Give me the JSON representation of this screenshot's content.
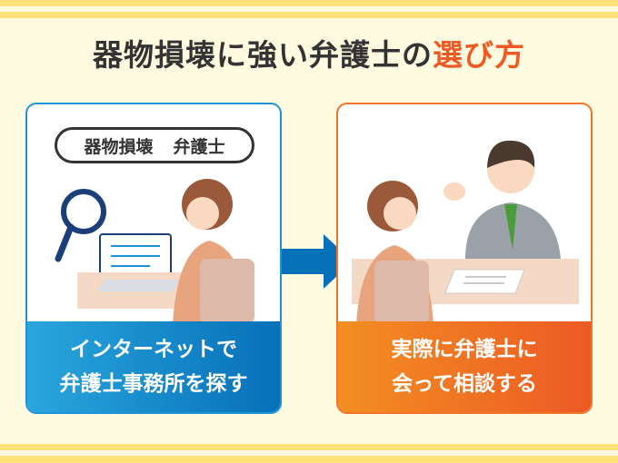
{
  "title": {
    "main": "器物損壊に強い弁護士の",
    "accent": "選び方"
  },
  "colors": {
    "blue": "#0670b8",
    "orange": "#ec5a24",
    "stripe": "#ffe27a",
    "background": "#fffbe0"
  },
  "steps": [
    {
      "search_terms": [
        "器物損壊",
        "弁護士"
      ],
      "caption_lines": [
        "インターネットで",
        "弁護士事務所を探す"
      ],
      "icon": "magnifier-laptop-woman"
    },
    {
      "caption_lines": [
        "実際に弁護士に",
        "会って相談する"
      ],
      "icon": "consultation-lawyer"
    }
  ],
  "arrow_icon": "right-arrow"
}
